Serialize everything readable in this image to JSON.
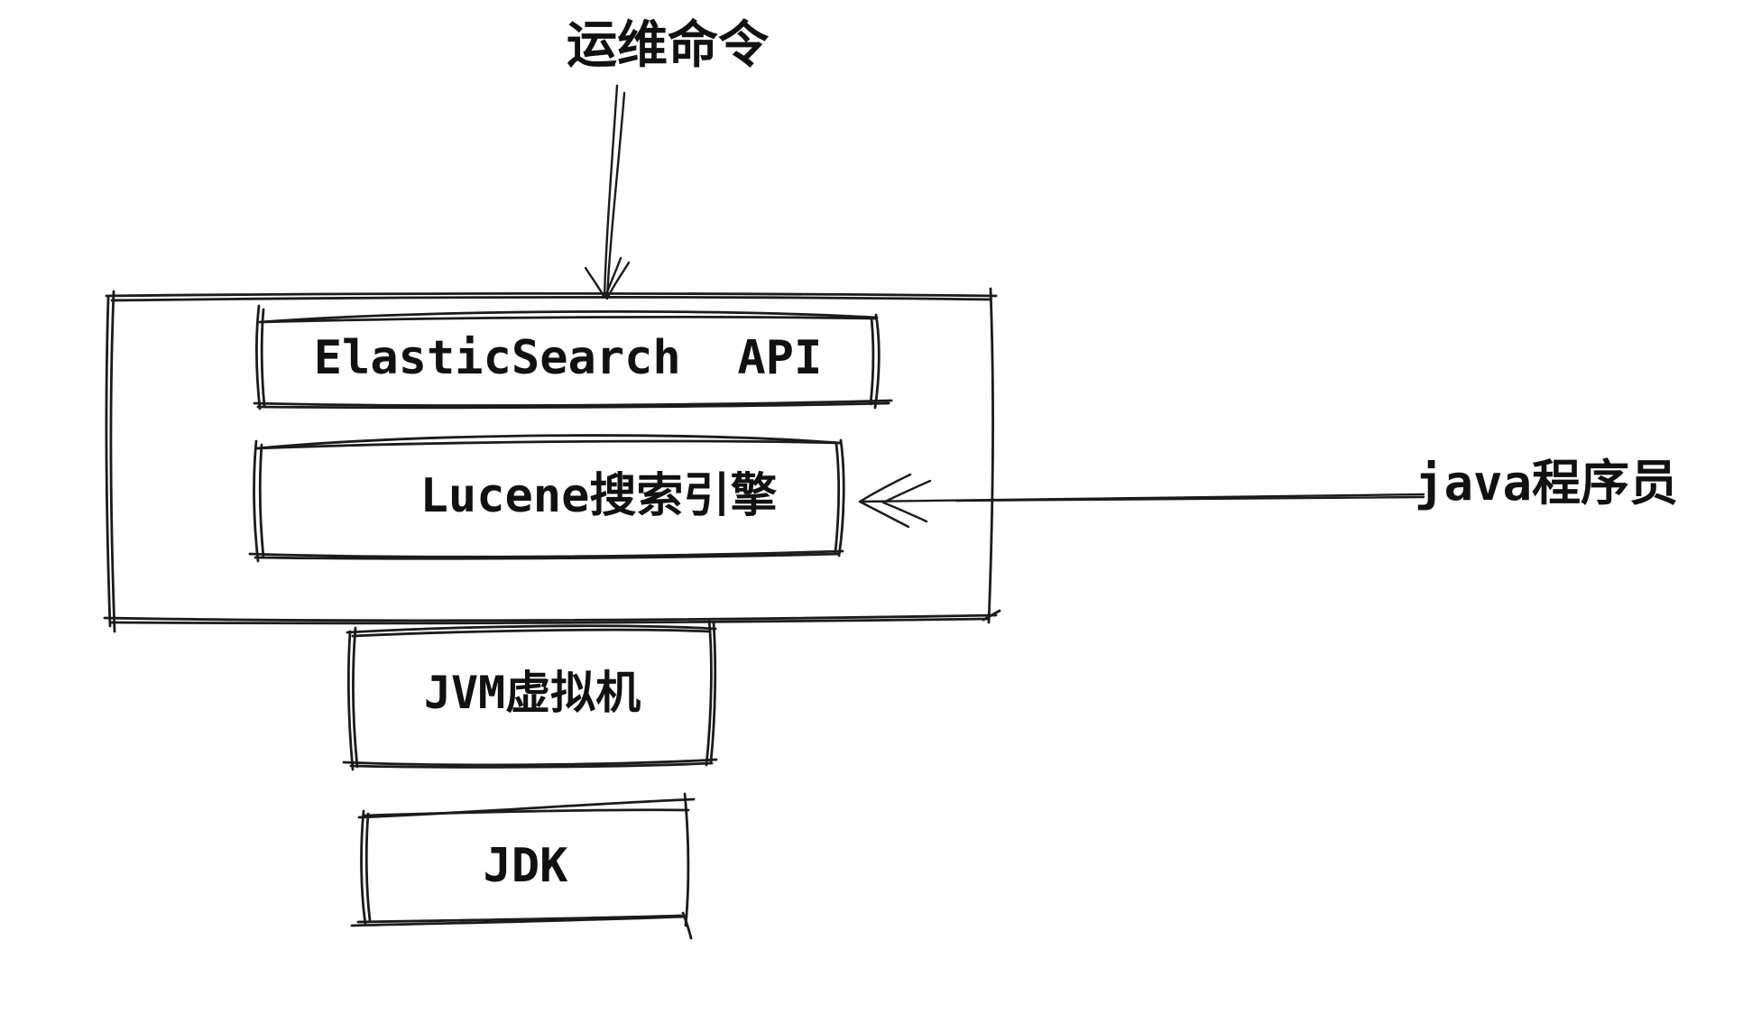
{
  "colors": {
    "background": "#ffffff",
    "ink": "#1b1b1b",
    "text": "#111111"
  },
  "labels": {
    "ops_command": "运维命令",
    "java_programmer": "java程序员"
  },
  "boxes": {
    "es_api": "ElasticSearch  API",
    "lucene": "Lucene搜索引擎",
    "jvm": "JVM虚拟机",
    "jdk": "JDK"
  },
  "arrows": [
    {
      "name": "ops-command-arrow",
      "from": "运维命令",
      "to": "ElasticSearch API",
      "direction": "down"
    },
    {
      "name": "java-programmer-arrow",
      "from": "java程序员",
      "to": "Lucene搜索引擎",
      "direction": "left"
    }
  ]
}
